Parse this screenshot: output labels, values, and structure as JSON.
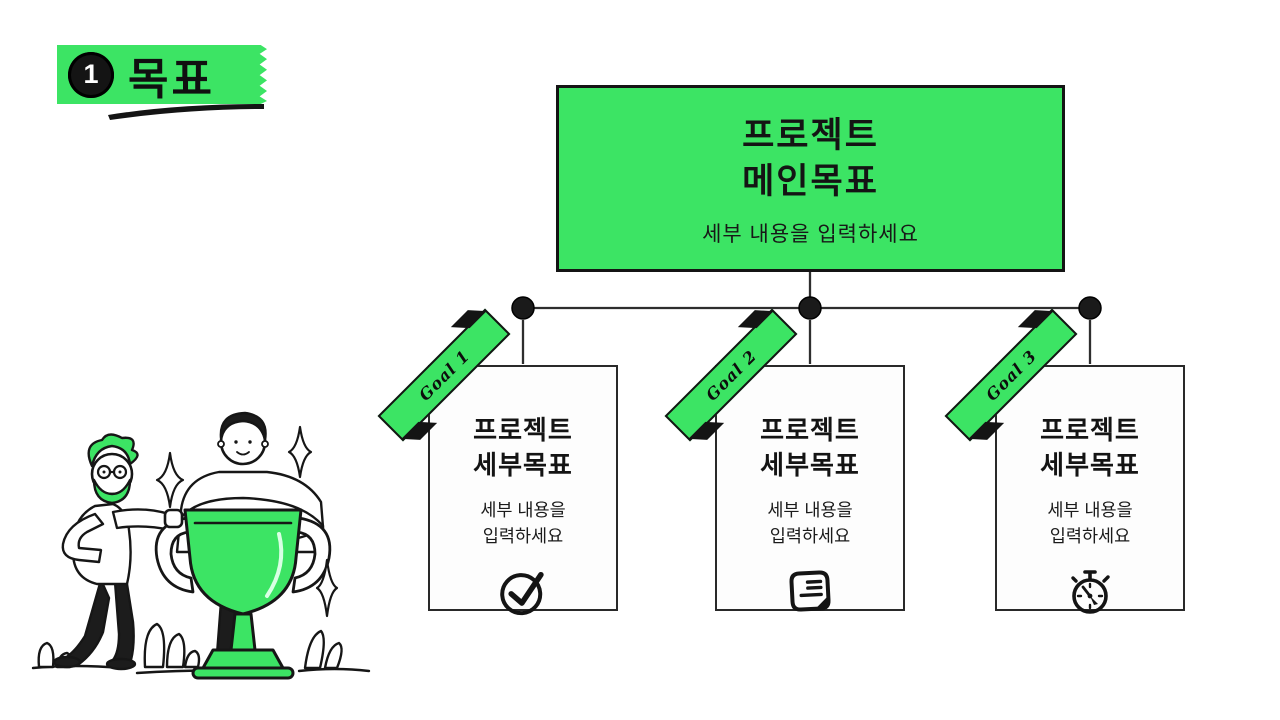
{
  "slide": {
    "background": "#ffffff",
    "accent_green": "#3CE464",
    "ink": "#141414"
  },
  "header": {
    "number": "1",
    "title": "목표"
  },
  "main_goal": {
    "title_line1": "프로젝트",
    "title_line2": "메인목표",
    "placeholder": "세부 내용을 입력하세요"
  },
  "goals": [
    {
      "ribbon": "Goal 1",
      "title_line1": "프로젝트",
      "title_line2": "세부목표",
      "placeholder_line1": "세부 내용을",
      "placeholder_line2": "입력하세요",
      "icon": "check-circle-icon"
    },
    {
      "ribbon": "Goal 2",
      "title_line1": "프로젝트",
      "title_line2": "세부목표",
      "placeholder_line1": "세부 내용을",
      "placeholder_line2": "입력하세요",
      "icon": "document-icon"
    },
    {
      "ribbon": "Goal 3",
      "title_line1": "프로젝트",
      "title_line2": "세부목표",
      "placeholder_line1": "세부 내용을",
      "placeholder_line2": "입력하세요",
      "icon": "stopwatch-icon"
    }
  ],
  "illustration": {
    "name": "two-people-with-trophy",
    "elements": [
      "person-green-hair",
      "person-arms-crossed",
      "green-trophy",
      "sparkles",
      "bushes"
    ]
  }
}
